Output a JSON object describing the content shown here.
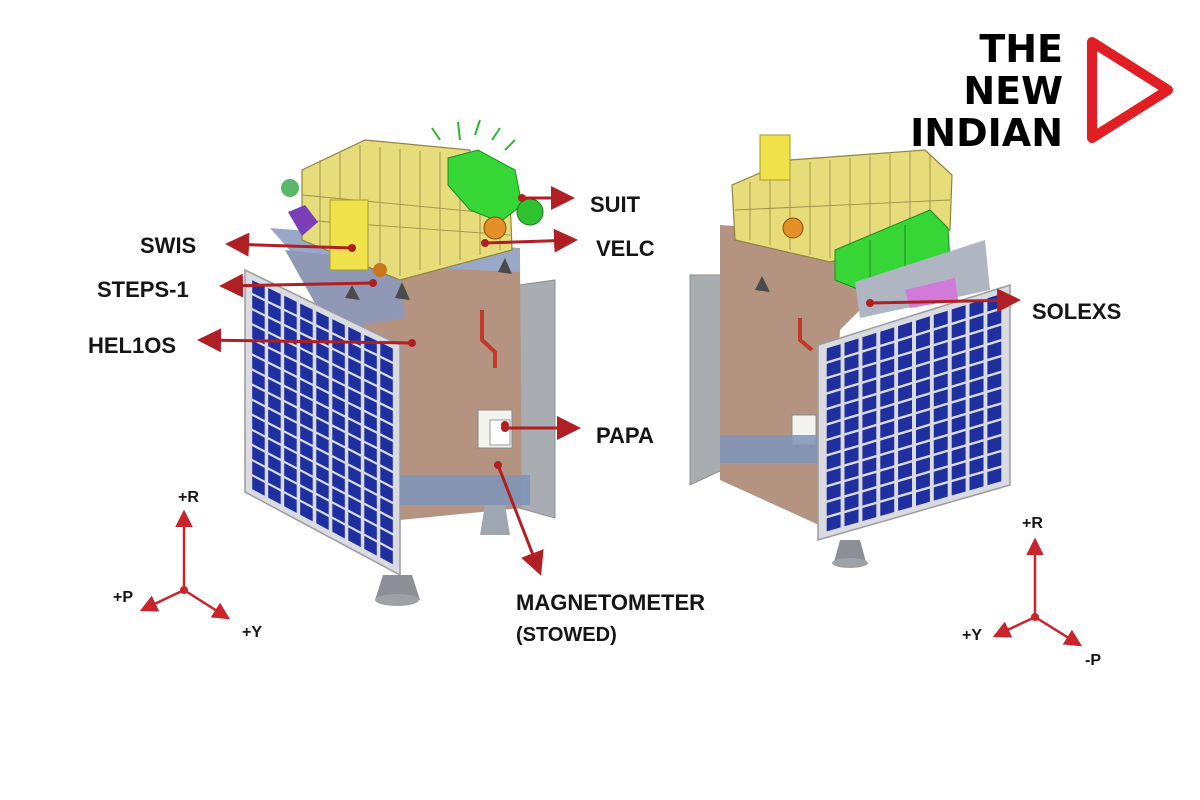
{
  "logo": {
    "line1": "THE",
    "line2": "NEW",
    "line3": "INDIAN",
    "play_icon": "play-triangle-icon",
    "accent": "#e01e24"
  },
  "labels": {
    "suit": "SUIT",
    "velc": "VELC",
    "swis": "SWIS",
    "steps1": "STEPS-1",
    "helios": "HEL1OS",
    "papa": "PAPA",
    "magnetometer": "MAGNETOMETER",
    "magnetometer_sub": "(STOWED)",
    "solexs": "SOLEXS"
  },
  "axes_left": {
    "r": "+R",
    "p": "+P",
    "y": "+Y"
  },
  "axes_right": {
    "r": "+R",
    "y": "+Y",
    "p": "-P"
  },
  "colors": {
    "arrow": "#b01f24",
    "axis": "#c8262c",
    "panel_cell": "#1f2fa0",
    "body": "#b49480",
    "instrument": "#e6dc7a",
    "green_unit": "#36d636"
  }
}
